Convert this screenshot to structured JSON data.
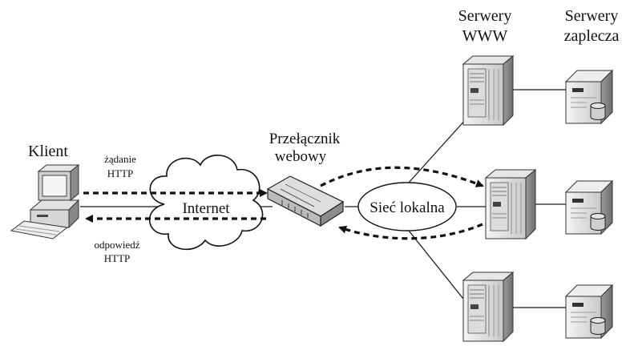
{
  "labels": {
    "client": "Klient",
    "request": [
      "żądanie",
      "HTTP"
    ],
    "response": [
      "odpowiedź",
      "HTTP"
    ],
    "internet": "Internet",
    "switch": [
      "Przełącznik",
      "webowy"
    ],
    "lan": "Sieć lokalna",
    "web_servers": [
      "Serwery",
      "WWW"
    ],
    "backend_servers": [
      "Serwery",
      "zaplecza"
    ]
  },
  "icons": {
    "client": "desktop-computer-icon",
    "internet": "cloud-icon",
    "switch": "web-switch-icon",
    "web_server": "tower-server-icon",
    "backend_server": "database-server-icon"
  },
  "counts": {
    "web_servers": 3,
    "backend_servers": 3
  }
}
